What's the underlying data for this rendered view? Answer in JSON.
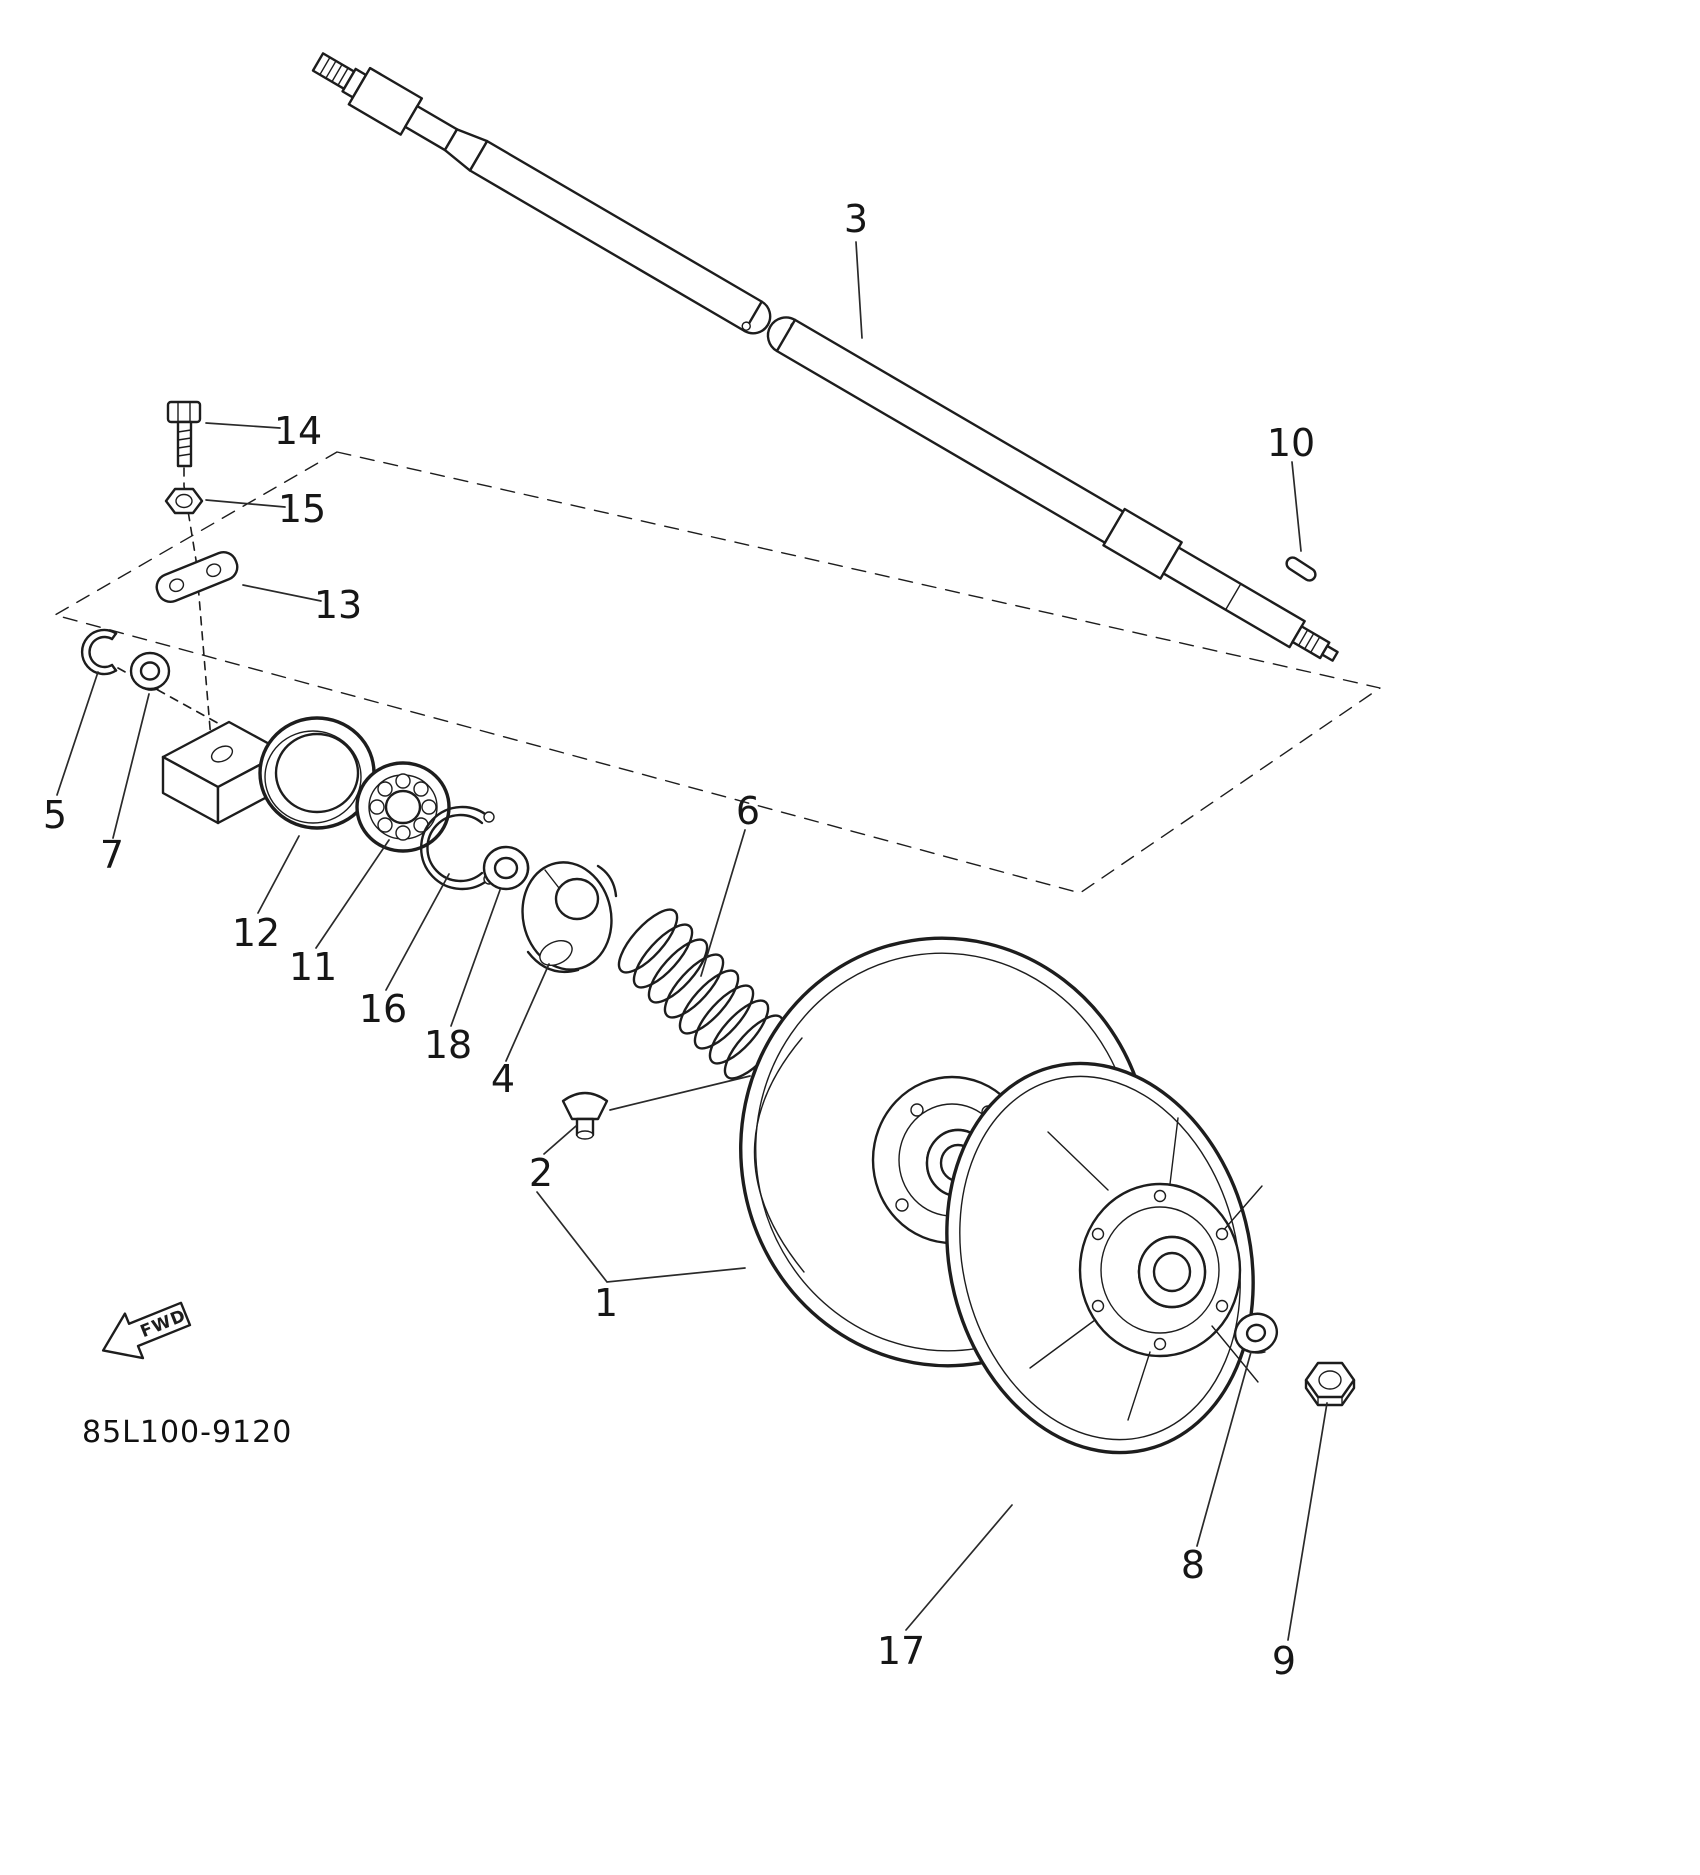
{
  "diagram": {
    "part_code": "85L100-9120",
    "fwd_arrow_label": "FWD",
    "callouts": {
      "c1": "1",
      "c2": "2",
      "c3": "3",
      "c4": "4",
      "c5": "5",
      "c6": "6",
      "c7": "7",
      "c8": "8",
      "c9": "9",
      "c10": "10",
      "c11": "11",
      "c12": "12",
      "c13": "13",
      "c14": "14",
      "c15": "15",
      "c16": "16",
      "c17": "17",
      "c18": "18"
    }
  }
}
